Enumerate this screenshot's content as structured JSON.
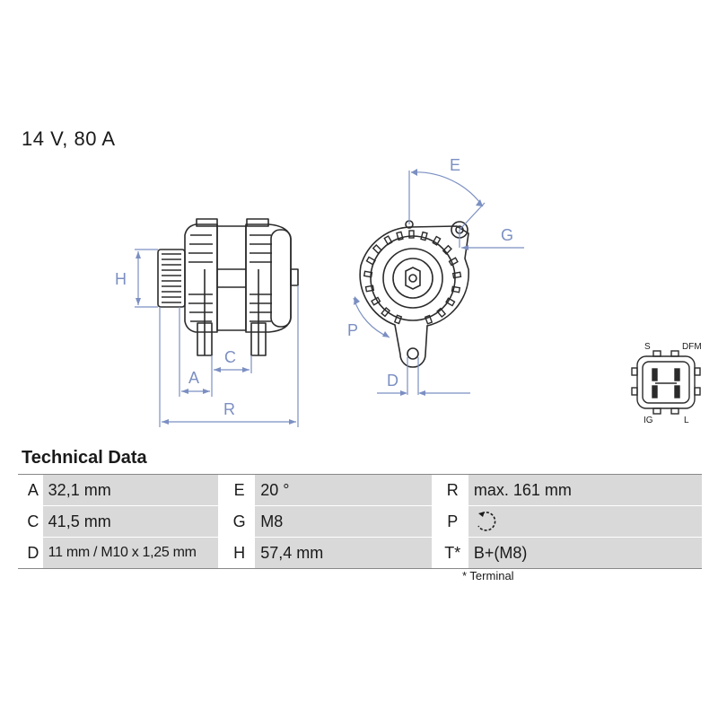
{
  "rating": "14 V, 80 A",
  "dimension_labels": {
    "A": "A",
    "C": "C",
    "R": "R",
    "H": "H",
    "E": "E",
    "G": "G",
    "P": "P",
    "D": "D"
  },
  "connector": {
    "s": "S",
    "dfm": "DFM",
    "ig": "IG",
    "l": "L"
  },
  "tech_title": "Technical Data",
  "rows": [
    [
      {
        "k": "A",
        "v": "32,1 mm"
      },
      {
        "k": "E",
        "v": "20 °"
      },
      {
        "k": "R",
        "v": "max. 161 mm"
      }
    ],
    [
      {
        "k": "C",
        "v": "41,5 mm"
      },
      {
        "k": "G",
        "v": "M8"
      },
      {
        "k": "P",
        "v": ""
      }
    ],
    [
      {
        "k": "D",
        "v": "11 mm / M10 x 1,25 mm"
      },
      {
        "k": "H",
        "v": "57,4 mm"
      },
      {
        "k": "T*",
        "v": "B+(M8)"
      }
    ]
  ],
  "footnote": "* Terminal",
  "colors": {
    "dimension": "#7b8fc2",
    "line": "#2b2b2b",
    "cell": "#d9d9d9"
  }
}
